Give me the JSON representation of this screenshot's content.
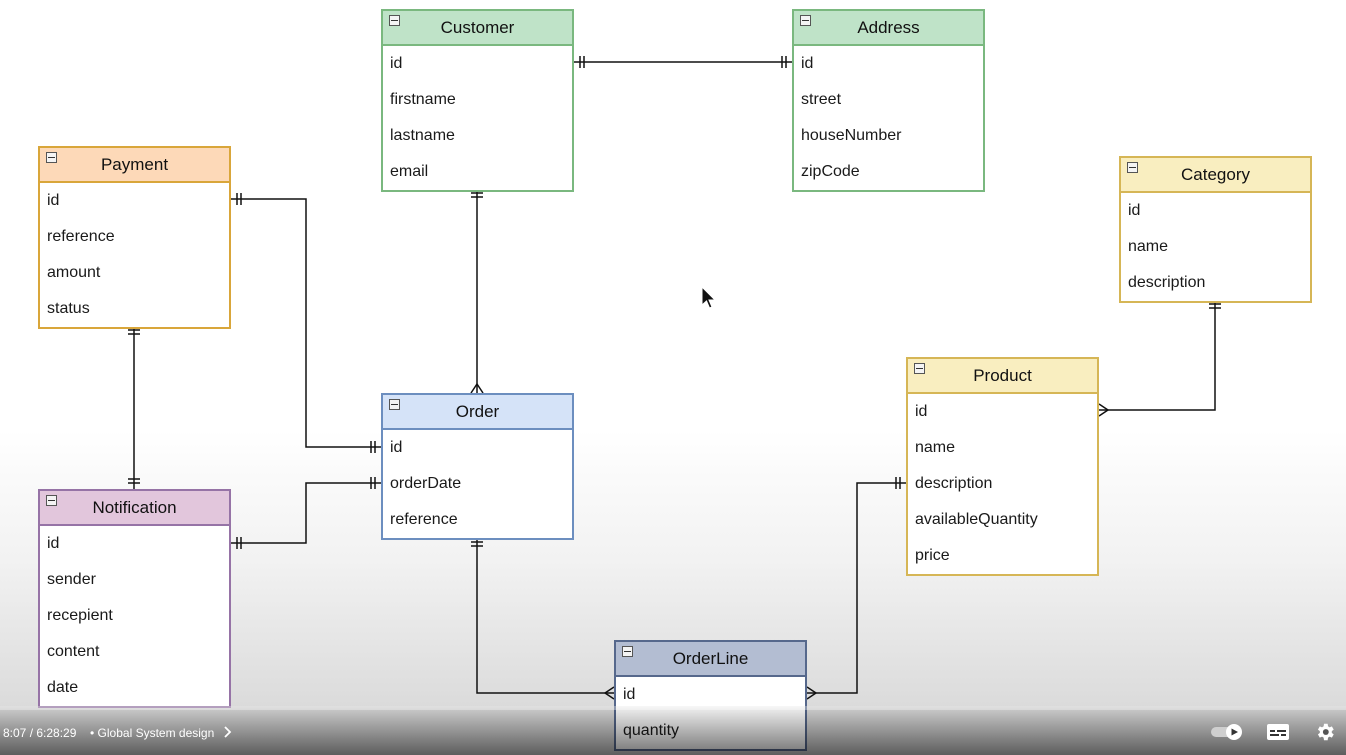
{
  "diagram": {
    "entities": [
      {
        "key": "customer",
        "title": "Customer",
        "fields": [
          "id",
          "firstname",
          "lastname",
          "email"
        ],
        "header_color": "#bfe3c8",
        "border_color": "#7ab87f"
      },
      {
        "key": "address",
        "title": "Address",
        "fields": [
          "id",
          "street",
          "houseNumber",
          "zipCode"
        ],
        "header_color": "#bfe3c8",
        "border_color": "#7ab87f"
      },
      {
        "key": "payment",
        "title": "Payment",
        "fields": [
          "id",
          "reference",
          "amount",
          "status"
        ],
        "header_color": "#fdd9b8",
        "border_color": "#d9a63a"
      },
      {
        "key": "category",
        "title": "Category",
        "fields": [
          "id",
          "name",
          "description"
        ],
        "header_color": "#f9eec0",
        "border_color": "#d6b656"
      },
      {
        "key": "product",
        "title": "Product",
        "fields": [
          "id",
          "name",
          "description",
          "availableQuantity",
          "price"
        ],
        "header_color": "#f9eec0",
        "border_color": "#d6b656"
      },
      {
        "key": "order",
        "title": "Order",
        "fields": [
          "id",
          "orderDate",
          "reference"
        ],
        "header_color": "#d5e3f8",
        "border_color": "#6c8ebf"
      },
      {
        "key": "notification",
        "title": "Notification",
        "fields": [
          "id",
          "sender",
          "recepient",
          "content",
          "date"
        ],
        "header_color": "#e2c6dc",
        "border_color": "#9673a6"
      },
      {
        "key": "orderline",
        "title": "OrderLine",
        "fields": [
          "id",
          "quantity"
        ],
        "header_color": "#b3bdd2",
        "border_color": "#56688c"
      }
    ],
    "relationships": [
      {
        "from": "customer",
        "to": "address",
        "from_end": "one",
        "to_end": "one"
      },
      {
        "from": "customer",
        "to": "order",
        "from_end": "one",
        "to_end": "many"
      },
      {
        "from": "payment",
        "to": "order",
        "from_end": "one",
        "to_end": "one"
      },
      {
        "from": "payment",
        "to": "notification",
        "from_end": "one",
        "to_end": "one"
      },
      {
        "from": "notification",
        "to": "order",
        "from_end": "one",
        "to_end": "one"
      },
      {
        "from": "order",
        "to": "orderline",
        "from_end": "one",
        "to_end": "many"
      },
      {
        "from": "product",
        "to": "orderline",
        "from_end": "one",
        "to_end": "many"
      },
      {
        "from": "category",
        "to": "product",
        "from_end": "one",
        "to_end": "many"
      }
    ]
  },
  "player": {
    "time": "8:07 / 6:28:29",
    "chapter": "Global System design",
    "icons": [
      "chevron-right-icon",
      "autoplay-toggle-icon",
      "subtitles-icon",
      "settings-gear-icon"
    ]
  }
}
